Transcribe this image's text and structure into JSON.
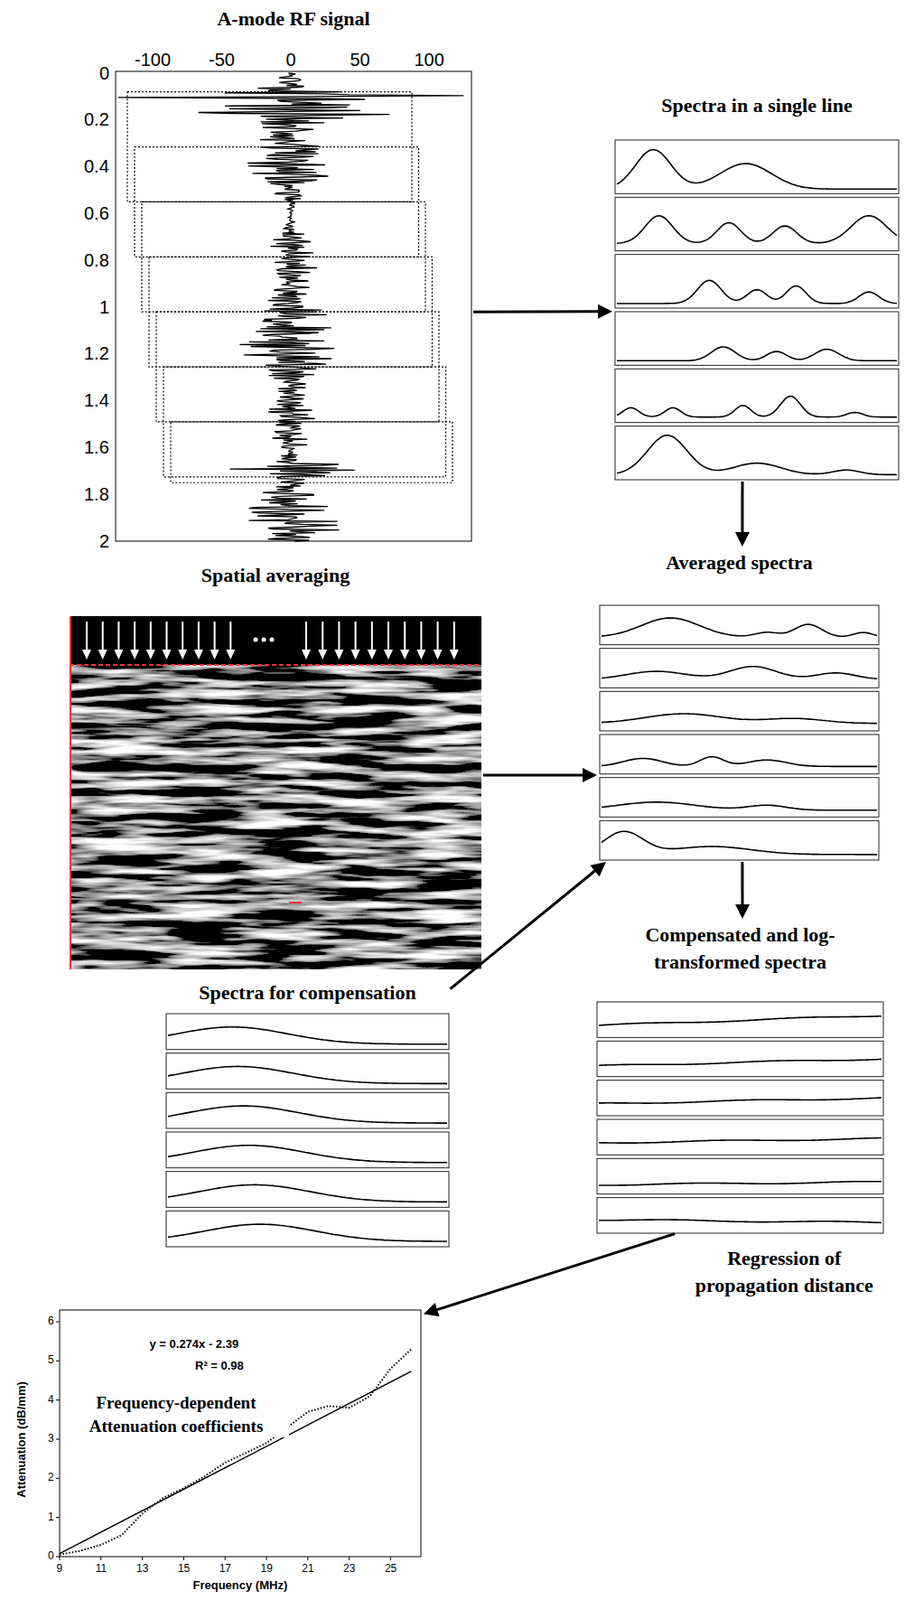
{
  "diagram": {
    "nodes": [
      {
        "text": [
          "A-mode RF signal"
        ]
      },
      {
        "text": [
          "Spectra in a single line"
        ]
      },
      {
        "text": [
          "Averaged spectra"
        ]
      },
      {
        "text": [
          "Spatial averaging"
        ]
      },
      {
        "text": [
          "Spectra for compensation"
        ]
      },
      {
        "text": [
          "Compensated and log-transformed spectra"
        ]
      },
      {
        "text": [
          "Frequency-dependent Attenuation coefficients"
        ]
      }
    ],
    "edges": [
      {
        "from": 0,
        "to": 1,
        "arrow": "to"
      },
      {
        "from": 1,
        "to": 2,
        "arrow": "to"
      },
      {
        "from": 3,
        "to": 2,
        "arrow": "to"
      },
      {
        "from": 4,
        "to": 2,
        "arrow": "to"
      },
      {
        "from": 2,
        "to": 5,
        "arrow": "to"
      },
      {
        "from": 5,
        "to": 6,
        "arrow": "to",
        "label": "Regression of propagation distance"
      }
    ],
    "labels": [
      "-100",
      "-50",
      "0",
      "50",
      "100",
      "0",
      "0.2",
      "0.4",
      "0.6",
      "0.8",
      "1",
      "1.2",
      "1.4",
      "1.6",
      "1.8",
      "2",
      "y = 0.274x - 2.39",
      "R² = 0.98",
      "Attenuation (dB/mm)",
      "Frequency (MHz)",
      "0",
      "1",
      "2",
      "3",
      "4",
      "5",
      "6",
      "9",
      "11",
      "13",
      "15",
      "17",
      "19",
      "21",
      "23",
      "25"
    ]
  }
}
